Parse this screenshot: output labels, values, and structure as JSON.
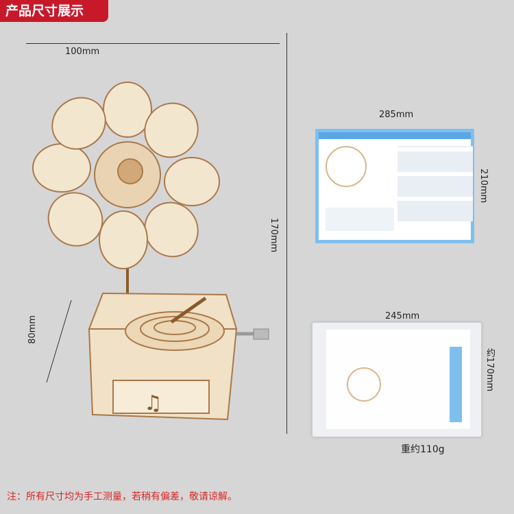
{
  "badge": "产品尺寸展示",
  "dims": {
    "width": "100mm",
    "height": "170mm",
    "depth": "80mm",
    "manual_w": "285mm",
    "manual_h": "210mm",
    "bag_w": "245mm",
    "bag_h": "约170mm"
  },
  "weight": "重约110g",
  "note": "注：所有尺寸均为手工测量，若稍有偏差，敬请谅解。",
  "colors": {
    "badge": "#c8192b",
    "note": "#d92525",
    "wood": "#f2e2c8",
    "wood_edge": "#b07a45",
    "manual_blue": "#5aa7e6"
  }
}
